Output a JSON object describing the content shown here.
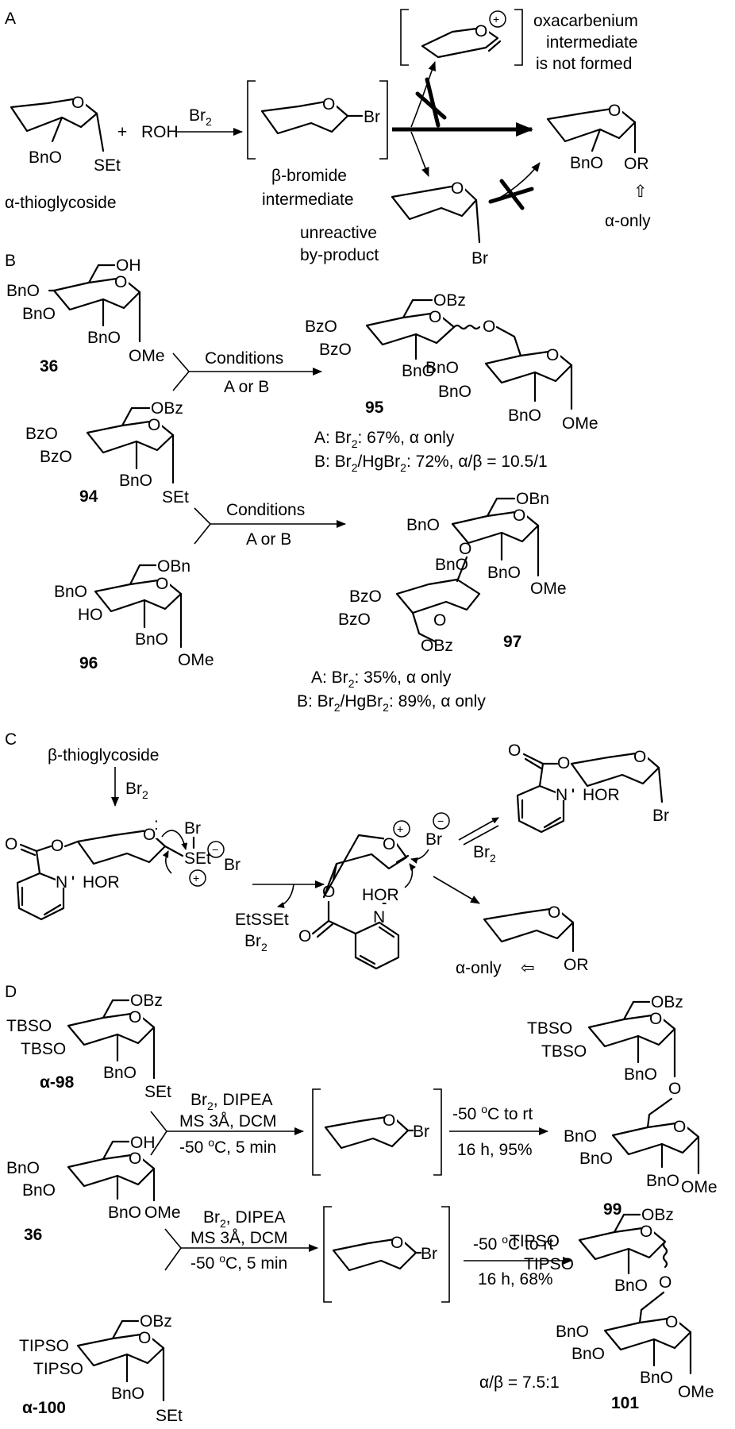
{
  "panels": {
    "A": {
      "label": "A",
      "thioglycoside_name": "α-thioglycoside",
      "plus": "+",
      "roh": "ROH",
      "reagent": "Br",
      "reagent_sub": "2",
      "ring_o": "O",
      "bno": "BnO",
      "set": "SEt",
      "br": "Br",
      "intermediate_name_1": "β-bromide",
      "intermediate_name_2": "intermediate",
      "oxa_note_1": "oxacarbenium",
      "oxa_note_2": "intermediate",
      "oxa_note_3": "is not formed",
      "byproduct_1": "unreactive",
      "byproduct_2": "by-product",
      "or": "OR",
      "alpha_only": "α-only",
      "plus_charge": "+"
    },
    "B": {
      "label": "B",
      "oh": "OH",
      "ome": "OMe",
      "obz": "OBz",
      "obn": "OBn",
      "bno": "BnO",
      "bzo": "BzO",
      "ho": "HO",
      "set": "SEt",
      "o": "O",
      "c36": "36",
      "c94": "94",
      "c95": "95",
      "c96": "96",
      "c97": "97",
      "conditions": "Conditions",
      "a_or_b": "A or B",
      "r95_a": "A: Br",
      "r95_a_tail": ": 67%, α only",
      "r95_b": "B: Br",
      "r95_b_mid": "/HgBr",
      "r95_b_tail": ": 72%, α/β = 10.5/1",
      "r97_a": "A: Br",
      "r97_a_tail": ": 35%, α only",
      "r97_b": "B: Br",
      "r97_b_mid": "/HgBr",
      "r97_b_tail": ": 89%, α only",
      "sub2": "2"
    },
    "C": {
      "label": "C",
      "start": "β-thioglycoside",
      "br2": "Br",
      "sub2": "2",
      "o": "O",
      "br": "Br",
      "set": "SEt",
      "minus": "−",
      "plus": "+",
      "n": "N",
      "hor": "HOR",
      "hbond": "'''",
      "etsset": "EtSSEt",
      "alpha_only": "α-only",
      "or": "OR"
    },
    "D": {
      "label": "D",
      "obz": "OBz",
      "tbso": "TBSO",
      "tipso": "TIPSO",
      "bno": "BnO",
      "set": "SEt",
      "oh": "OH",
      "ome": "OMe",
      "o": "O",
      "br": "Br",
      "c98": "α-98",
      "c36": "36",
      "c99": "99",
      "c100_prefix": "α-",
      "c100": "100",
      "c101": "101",
      "cond1": "Br",
      "cond1_tail": ", DIPEA",
      "cond2": "MS 3Å, DCM",
      "cond3": "-50 ",
      "cond3_tail": "C, 5 min",
      "deg": "o",
      "step2_1": "-50 ",
      "step2_1_tail": "C to rt",
      "step2_2a": "16 h, 95%",
      "step2_2b": "16 h, 68%",
      "ratio": "α/β = 7.5:1",
      "sub2": "2"
    }
  }
}
